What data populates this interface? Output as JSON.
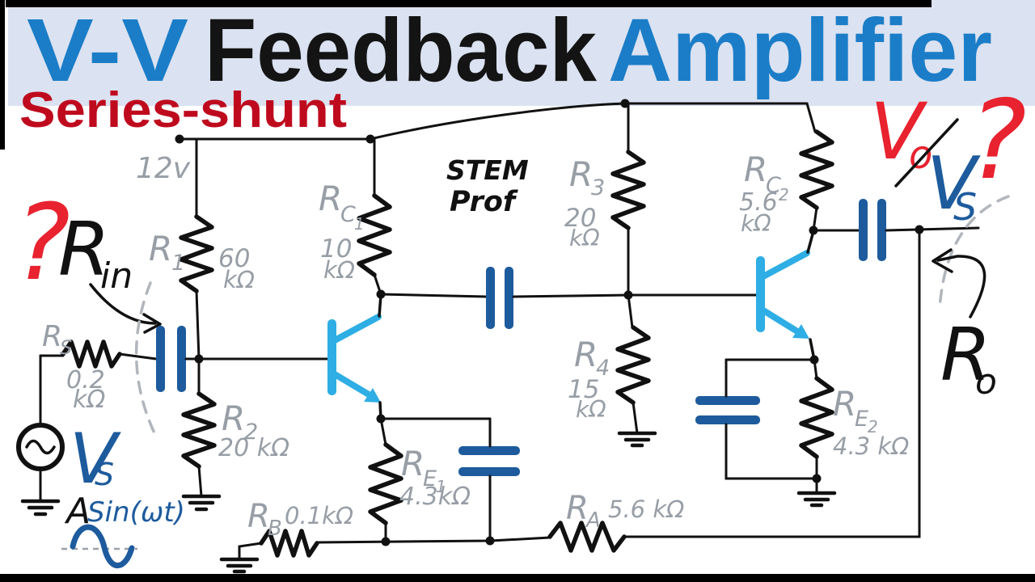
{
  "header": {
    "title_word1": "V-V",
    "title_word2": "Feedback",
    "title_word3": "Amplifier",
    "subtitle": "Series-shunt"
  },
  "watermark": {
    "line1": "STEM",
    "line2": "Prof"
  },
  "supply_label": "12v",
  "annotations": {
    "rin_question": "?",
    "rin_r": "R",
    "rin_sub": "in",
    "ro_r": "R",
    "ro_sub": "o",
    "gain_vo": "V",
    "gain_vo_sub": "o",
    "gain_vs": "V",
    "gain_vs_sub": "S",
    "gain_question": "?"
  },
  "source": {
    "v": "V",
    "v_sub": "S",
    "amplitude": "A",
    "waveform": "Sin(ωt)"
  },
  "resistors": {
    "rs": {
      "r": "R",
      "sub": "S",
      "v1": "0.2",
      "v2": "kΩ"
    },
    "r1": {
      "r": "R",
      "sub": "1",
      "v1": "60",
      "v2": "kΩ"
    },
    "r2": {
      "r": "R",
      "sub": "2",
      "v1": "20 kΩ"
    },
    "rc1": {
      "r": "R",
      "sub": "C",
      "sub2": "1",
      "v1": "10",
      "v2": "kΩ"
    },
    "re1": {
      "r": "R",
      "sub": "E",
      "sub2": "1",
      "v1": "4.3kΩ"
    },
    "rb": {
      "r": "R",
      "sub": "B",
      "value": "0.1kΩ"
    },
    "r3": {
      "r": "R",
      "sub": "3",
      "v1": "20",
      "v2": "kΩ"
    },
    "r4": {
      "r": "R",
      "sub": "4",
      "v1": "15",
      "v2": "kΩ"
    },
    "rc2": {
      "r": "R",
      "sub": "C",
      "sub2": "2",
      "v1": "5.6",
      "v2": "kΩ"
    },
    "re2": {
      "r": "R",
      "sub": "E",
      "sub2": "2",
      "v1": "4.3 kΩ"
    },
    "ra": {
      "r": "R",
      "sub": "A",
      "value": "5.6 kΩ"
    }
  },
  "colors": {
    "banner_bg": "#dbe2f1",
    "title_blue": "#1b7dc7",
    "title_black": "#141414",
    "subtitle_red": "#bf0a1e",
    "annotation_red": "#e8222e",
    "capacitor_blue": "#1d5b9d",
    "transistor_blue": "#2eaee4",
    "label_gray": "#979ea6",
    "wire_black": "#111111"
  }
}
